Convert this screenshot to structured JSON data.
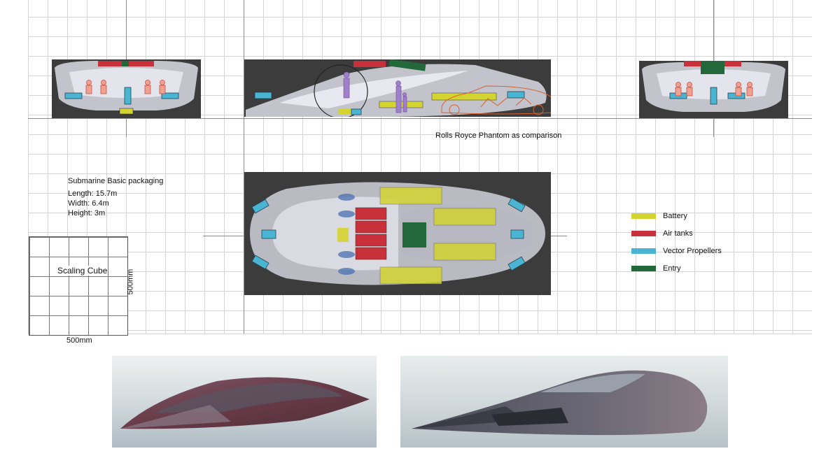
{
  "comparison_note": "Rolls Royce Phantom as comparison",
  "specs": {
    "title": "Submarine Basic packaging",
    "length": "Length: 15.7m",
    "width": "Width: 6.4m",
    "height": "Height: 3m"
  },
  "scaling_cube": {
    "label": "Scaling Cube",
    "width_label": "500mm",
    "height_label": "500mm"
  },
  "legend": [
    {
      "label": "Battery",
      "color": "#d4d431"
    },
    {
      "label": "Air tanks",
      "color": "#c8313a"
    },
    {
      "label": "Vector Propellers",
      "color": "#49b5d3"
    },
    {
      "label": "Entry",
      "color": "#23683a"
    }
  ]
}
